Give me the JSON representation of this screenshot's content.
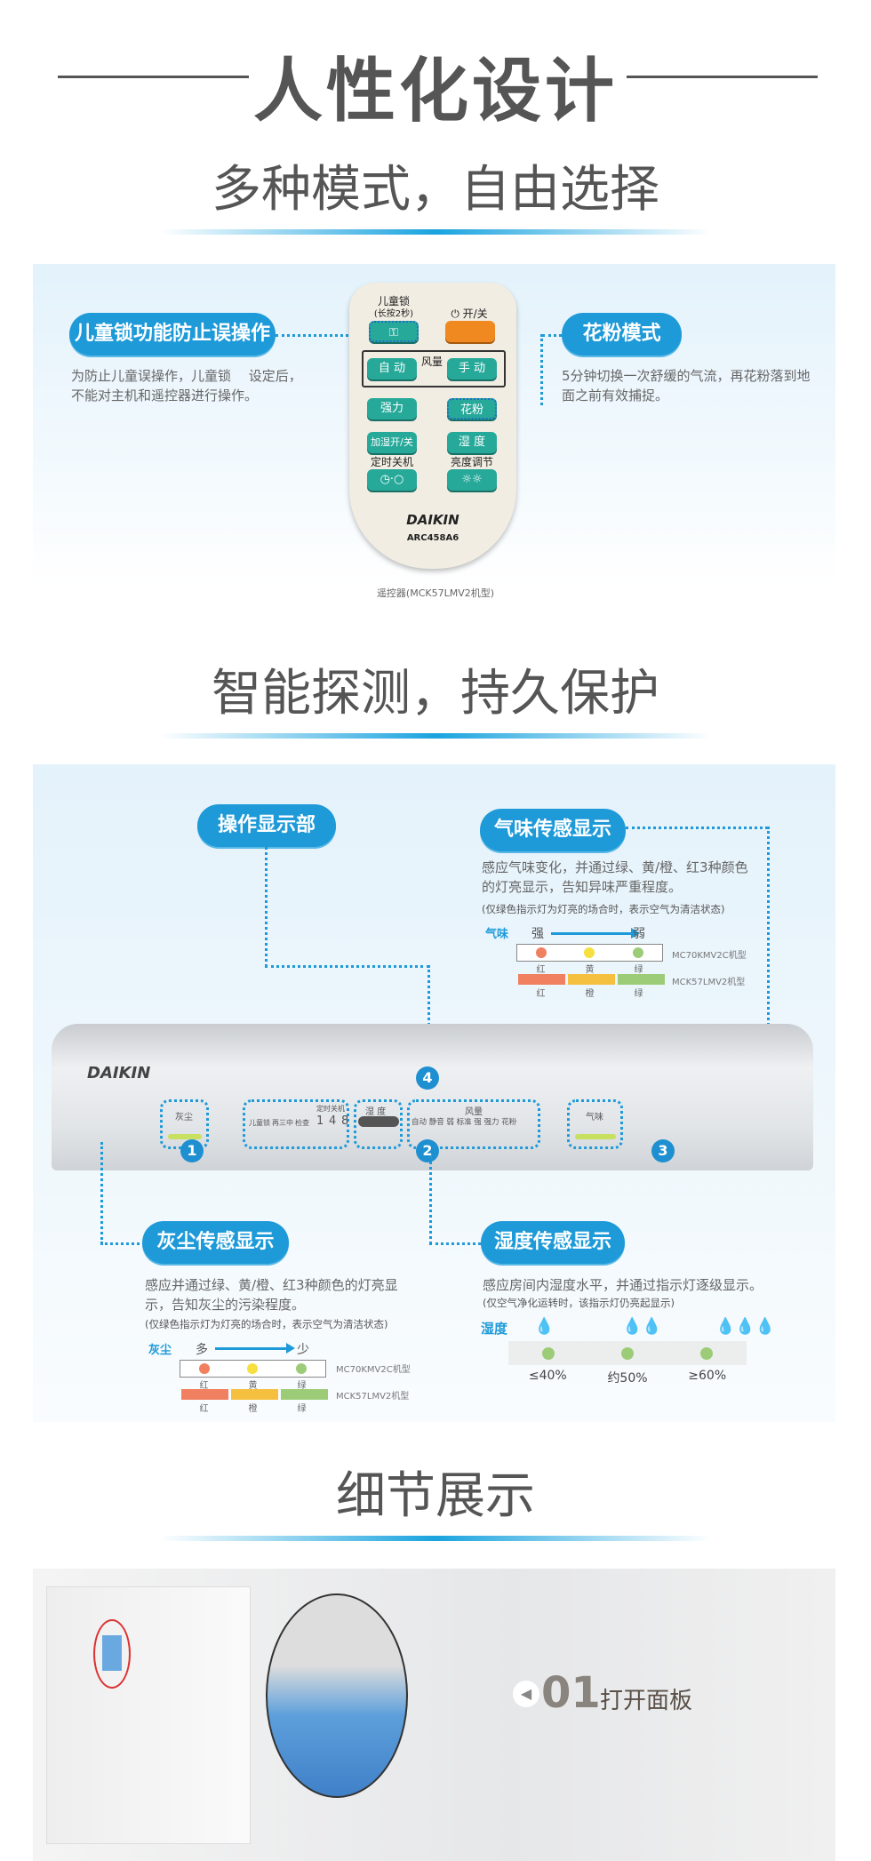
{
  "header": {
    "title": "人性化设计"
  },
  "section1": {
    "subtitle": "多种模式，自由选择",
    "child_lock": {
      "title": "儿童锁功能防止误操作",
      "desc": "为防止儿童误操作，儿童锁　 设定后，不能对主机和遥控器进行操作。"
    },
    "pollen": {
      "title": "花粉模式",
      "desc": "5分钟切换一次舒缓的气流，再花粉落到地面之前有效捕捉。"
    },
    "remote": {
      "child_lock_label": "儿童锁",
      "child_lock_hint": "(长按2秒)",
      "power_label": "⏻ 开/关",
      "auto": "自 动",
      "fan_label": "风量",
      "manual": "手 动",
      "turbo": "强力",
      "pollen": "花粉",
      "humidify": "加湿开/关",
      "humidity": "湿 度",
      "timer_label": "定时关机",
      "timer_btn": "◷·○",
      "brightness_label": "亮度调节",
      "brightness_btn": "☼☼",
      "brand": "DAIKIN",
      "model": "ARC458A6"
    },
    "caption": "遥控器(MCK57LMV2机型)"
  },
  "section2": {
    "subtitle": "智能探测，持久保护",
    "display_label": "操作显示部",
    "odor": {
      "title": "气味传感显示",
      "desc": "感应气味变化，并通过绿、黄/橙、红3种颜色的灯亮显示，告知异味严重程度。",
      "note": "(仅绿色指示灯为灯亮的场合时，表示空气为清洁状态)",
      "axis_label": "气味",
      "from": "强",
      "to": "弱",
      "model_a": "MC70KMV2C机型",
      "model_b": "MCK57LMV2机型",
      "colors_a": [
        "红",
        "黄",
        "绿"
      ],
      "colors_b": [
        "红",
        "橙",
        "绿"
      ]
    },
    "dust": {
      "title": "灰尘传感显示",
      "desc": "感应并通过绿、黄/橙、红3种颜色的灯亮显示，告知灰尘的污染程度。",
      "note": "(仅绿色指示灯为灯亮的场合时，表示空气为清洁状态)",
      "axis_label": "灰尘",
      "from": "多",
      "to": "少",
      "model_a": "MC70KMV2C机型",
      "model_b": "MCK57LMV2机型",
      "colors_a": [
        "红",
        "黄",
        "绿"
      ],
      "colors_b": [
        "红",
        "橙",
        "绿"
      ]
    },
    "humidity": {
      "title": "湿度传感显示",
      "desc": "感应房间内湿度水平，并通过指示灯逐级显示。",
      "note": "(仅空气净化运转时，该指示灯仍亮起显示)",
      "axis_label": "湿度",
      "levels": [
        "≤40%",
        "约50%",
        "≥60%"
      ]
    },
    "panel": {
      "brand": "DAIKIN",
      "dust": "灰尘",
      "lock": "儿童锁",
      "filter": "再三中",
      "check": "检查",
      "timer": "定时关机",
      "t1": "1",
      "t4": "4",
      "t8": "8",
      "humidity": "湿 度",
      "fan": "风量",
      "fan_modes": "自动 静音 弱 标准 强 强力 花粉",
      "odor": "气味",
      "n1": "1",
      "n2": "2",
      "n3": "3",
      "n4": "4"
    },
    "colors": {
      "red": "#f08060",
      "yellow": "#f5e040",
      "orange": "#f5c040",
      "green": "#9ccc78",
      "blue": "#1e9ad8"
    }
  },
  "section3": {
    "subtitle": "细节展示",
    "step_num": "01",
    "step_label": "打开面板"
  }
}
